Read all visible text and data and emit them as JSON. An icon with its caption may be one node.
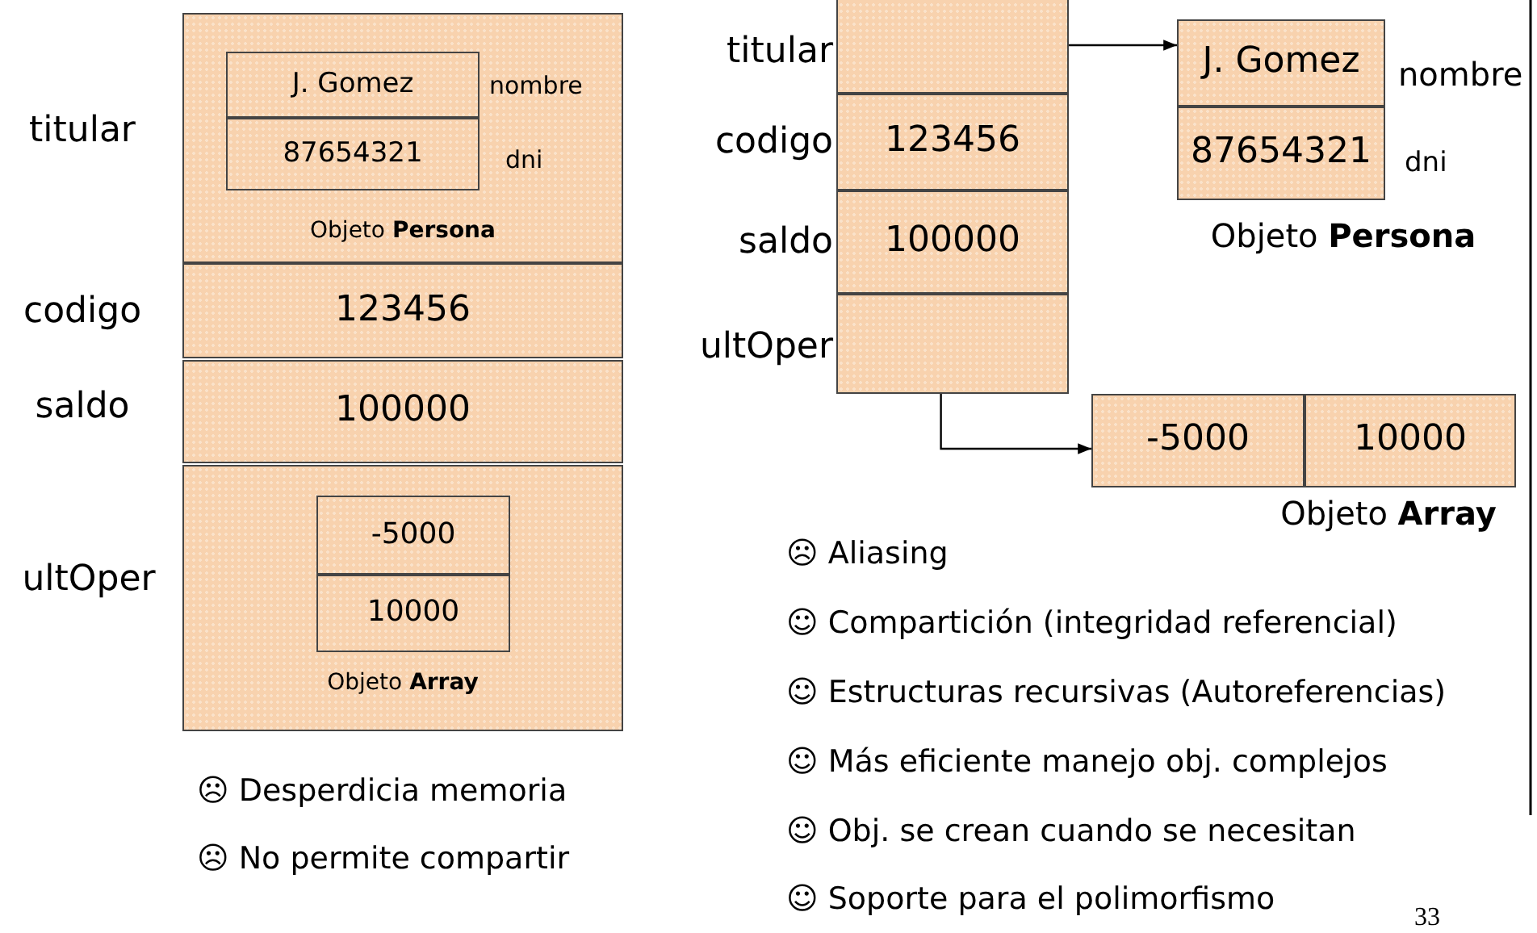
{
  "diagram": {
    "nodes": [
      {
        "text": [
          "Objeto **Persona**"
        ],
        "beside": [
          "titular"
        ]
      },
      {
        "text": [
          "J. Gomez"
        ],
        "in": 0,
        "beside": [
          "nombre"
        ]
      },
      {
        "text": [
          "87654321"
        ],
        "in": 0,
        "beside": [
          "dni"
        ]
      },
      {
        "text": [
          "123456"
        ],
        "beside": [
          "codigo"
        ]
      },
      {
        "text": [
          "100000"
        ],
        "beside": [
          "saldo"
        ]
      },
      {
        "text": [
          "Objeto **Array**"
        ],
        "beside": [
          "ultOper"
        ]
      },
      {
        "text": [
          "-5000"
        ],
        "in": 5
      },
      {
        "text": [
          "10000"
        ],
        "in": 5
      },
      {
        "text": [],
        "shape": "box",
        "beside": [
          "titular"
        ]
      },
      {
        "text": [
          "123456"
        ],
        "beside": [
          "codigo"
        ]
      },
      {
        "text": [
          "100000"
        ],
        "beside": [
          "saldo"
        ]
      },
      {
        "text": [],
        "shape": "box",
        "beside": [
          "ultOper"
        ]
      },
      {
        "text": [
          "J. Gomez"
        ],
        "beside": [
          "nombre"
        ]
      },
      {
        "text": [
          "87654321"
        ],
        "beside": [
          "dni"
        ]
      },
      {
        "text": [
          "-5000"
        ]
      },
      {
        "text": [
          "10000"
        ]
      }
    ],
    "edges": [
      {
        "from": 8,
        "to": 12,
        "arrow": "to"
      },
      {
        "from": 11,
        "to": 14,
        "arrow": "to"
      }
    ],
    "labels": [
      "Objeto **Persona**",
      "Objeto **Array**",
      "☹ Desperdicia memoria",
      "☹ No permite compartir",
      "☹ Aliasing",
      "☺ Compartición (integridad referencial)",
      "☺ Estructuras recursivas (Autoreferencias)",
      "☺ Más eficiente manejo obj. complejos",
      "☺ Obj. se crean cuando se necesitan",
      "☺ Soporte para el polimorfismo",
      "33"
    ]
  }
}
